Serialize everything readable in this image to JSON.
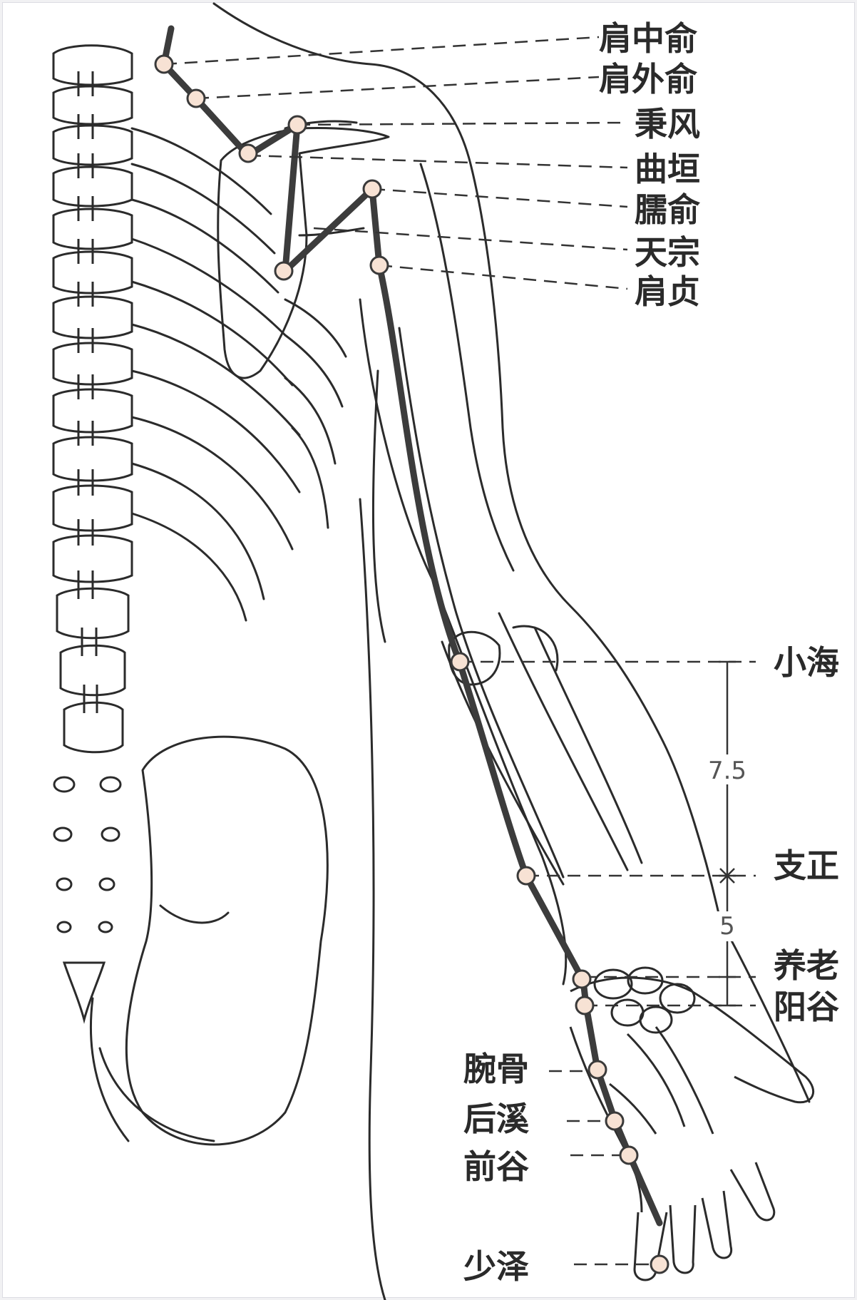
{
  "points": {
    "jianzhongshu": "肩中俞",
    "jianwaishu": "肩外俞",
    "bingfeng": "秉风",
    "quyuan": "曲垣",
    "naoshu": "臑俞",
    "tianzong": "天宗",
    "jianzhen": "肩贞",
    "xiaohai": "小海",
    "zhizheng": "支正",
    "yanglao": "养老",
    "yanggu": "阳谷",
    "wangu": "腕骨",
    "houxi": "后溪",
    "qiangu": "前谷",
    "shaoze": "少泽"
  },
  "measurements": {
    "upper": "7.5",
    "lower": "5"
  },
  "colors": {
    "meridian": "#3c3c3c",
    "outline": "#2b2b2b",
    "point_fill": "#f7e2d4",
    "point_stroke": "#3a3a3a",
    "label": "#2a2a2a"
  }
}
